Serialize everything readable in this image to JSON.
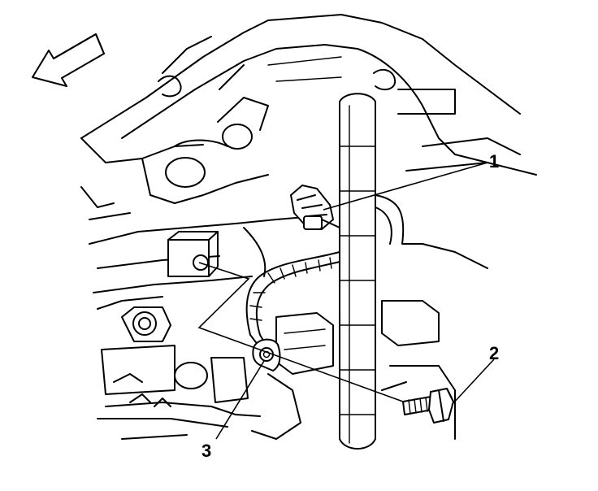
{
  "diagram": {
    "callouts": [
      {
        "id": "1",
        "label": "1"
      },
      {
        "id": "2",
        "label": "2"
      },
      {
        "id": "3",
        "label": "3"
      }
    ],
    "icons": [
      "direction-arrow-icon"
    ]
  }
}
